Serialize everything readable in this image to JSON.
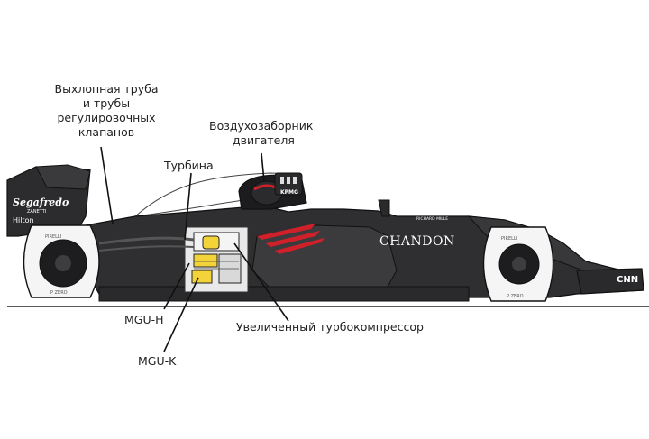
{
  "labels": {
    "exhaust_line1": "Выхлопная труба",
    "exhaust_line2": "и трубы",
    "exhaust_line3": "регулировочных",
    "exhaust_line4": "клапанов",
    "intake_line1": "Воздухозаборник",
    "intake_line2": "двигателя",
    "turbine": "Турбина",
    "mguh": "MGU-H",
    "turbo": "Увеличенный турбокомпрессор",
    "mguk": "MGU-K"
  },
  "branding": {
    "sponsor_rear": "Segafredo",
    "sponsor_rear_sub": "ZANETTI",
    "hilton": "Hilton",
    "kpmg": "KPMG",
    "chandon": "CHANDON",
    "cnn": "CNN",
    "richard_mille": "RICHARD MILLE",
    "pirelli": "PIRELLI",
    "pzero": "P ZERO"
  },
  "colors": {
    "body": "#333335",
    "body_dark": "#1e1e20",
    "accent_red": "#d0202a",
    "engine_yellow": "#f2d43a",
    "outline": "#111111"
  }
}
